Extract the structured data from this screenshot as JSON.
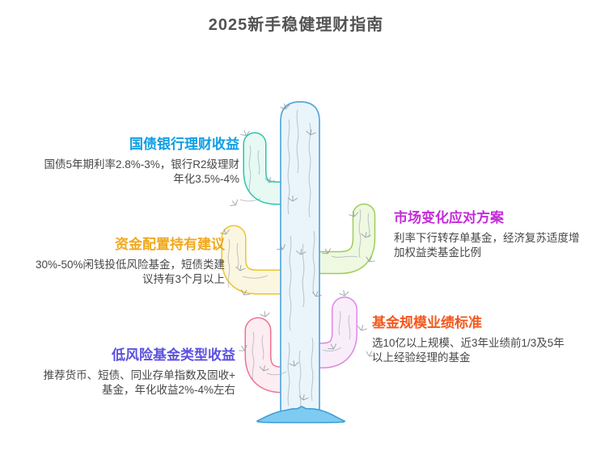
{
  "page": {
    "title": "2025新手稳健理财指南",
    "background": "#ffffff",
    "title_color": "#535353",
    "body_color": "#474747"
  },
  "sections": [
    {
      "id": "bond-bank-returns",
      "side": "left",
      "title": "国债银行理财收益",
      "title_color": "#0E9EE3",
      "lines": [
        "国债5年期利率2.8%-3%，银行R2级理财",
        "年化3.5%-4%"
      ]
    },
    {
      "id": "allocation-holding-advice",
      "side": "left",
      "title": "资金配置持有建议",
      "title_color": "#F0A81C",
      "lines": [
        "30%-50%闲钱投低风险基金，短债类建",
        "议持有3个月以上"
      ]
    },
    {
      "id": "low-risk-fund-types",
      "side": "left",
      "title": "低风险基金类型收益",
      "title_color": "#5B50E1",
      "lines": [
        "推荐货币、短债、同业存单指数及固收+",
        "基金，年化收益2%-4%左右"
      ]
    },
    {
      "id": "market-change-response",
      "side": "right",
      "title": "市场变化应对方案",
      "title_color": "#C42BD9",
      "lines": [
        "利率下行转存单基金，经济复苏适度增",
        "加权益类基金比例"
      ]
    },
    {
      "id": "fund-scale-performance",
      "side": "right",
      "title": "基金规模业绩标准",
      "title_color": "#F4581E",
      "lines": [
        "选10亿以上规模、近3年业绩前1/3及5年",
        "以上经验经理的基金"
      ]
    }
  ],
  "illustration": {
    "name": "saguaro-cactus",
    "colors": {
      "trunk_stroke": "#54A8DE",
      "trunk_fill": "#EAF4FB",
      "base_stroke": "#3D9FDB",
      "base_fill": "#7ECBF2",
      "teal_stroke": "#2BC5A9",
      "teal_fill": "#E6F9F3",
      "yellow_stroke": "#EEC42D",
      "yellow_fill": "#FBF6E0",
      "green_stroke": "#9FCD5B",
      "green_fill": "#EFF8E1",
      "pink_stroke": "#F1708F",
      "pink_fill": "#FCEDF2",
      "violet_stroke": "#D98BE0",
      "violet_fill": "#F9EDFA",
      "texture": "#9AA2AA",
      "spine": "#8D959E"
    }
  }
}
